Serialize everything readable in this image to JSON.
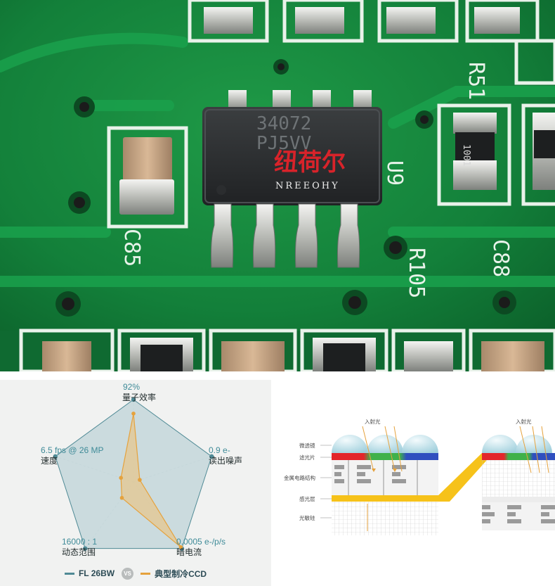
{
  "pcb_photo": {
    "silkscreen": [
      "R51",
      "U9",
      "C85",
      "R105",
      "C88"
    ],
    "chip_marking": [
      "34072",
      "PJ5VV"
    ],
    "resistor_code": "1001",
    "watermark_cn": "纽荷尔",
    "watermark_en": "NREEOHY"
  },
  "radar": {
    "metrics": [
      {
        "name": "量子效率",
        "value": "92%"
      },
      {
        "name": "读出噪声",
        "value": "0.9 e-"
      },
      {
        "name": "暗电流",
        "value": "0.0005 e-/p/s"
      },
      {
        "name": "动态范围",
        "value": "16000 : 1"
      },
      {
        "name": "速度",
        "value": "6.5 fps @ 26 MP"
      }
    ],
    "legend": {
      "series_a": "FL 26BW",
      "vs": "VS",
      "series_b": "典型制冷CCD"
    },
    "colors": {
      "series_a": "#4f8a95",
      "series_b": "#e5a23d"
    },
    "chart_data": {
      "type": "radar",
      "axes": [
        "量子效率",
        "读出噪声",
        "暗电流",
        "动态范围",
        "速度"
      ],
      "series": [
        {
          "name": "FL 26BW",
          "values": [
            1.0,
            1.0,
            1.0,
            1.0,
            1.0
          ]
        },
        {
          "name": "典型制冷CCD",
          "values": [
            0.83,
            0.08,
            0.98,
            0.24,
            0.16
          ]
        }
      ]
    }
  },
  "sensor_diagram": {
    "incident_light": "入射光",
    "incident_light_2": "入射光",
    "layers": [
      "微透镜",
      "滤光片",
      "金属电路结构",
      "感光层",
      "光敏硅"
    ]
  }
}
